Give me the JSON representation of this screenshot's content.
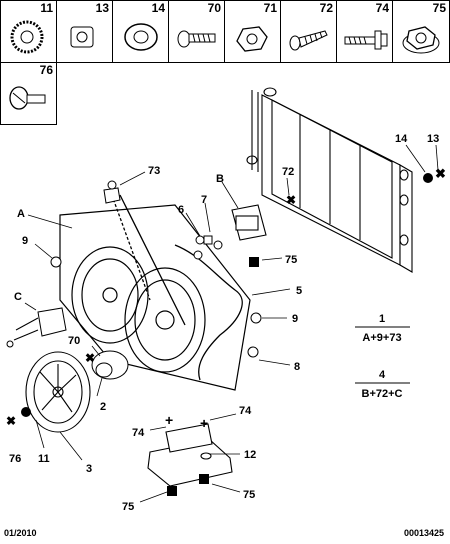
{
  "parts_grid": [
    {
      "num": "11",
      "icon": "serrated-washer-icon"
    },
    {
      "num": "13",
      "icon": "socket-screw-icon"
    },
    {
      "num": "14",
      "icon": "flat-washer-icon"
    },
    {
      "num": "70",
      "icon": "pan-head-screw-icon"
    },
    {
      "num": "71",
      "icon": "hex-nut-icon"
    },
    {
      "num": "72",
      "icon": "tapping-screw-icon"
    },
    {
      "num": "74",
      "icon": "collar-screw-icon"
    },
    {
      "num": "75",
      "icon": "flange-nut-icon"
    },
    {
      "num": "76",
      "icon": "countersunk-screw-icon"
    }
  ],
  "callouts": {
    "c73": "73",
    "c72": "72",
    "c14": "14",
    "c13": "13",
    "cB": "B",
    "cA": "A",
    "c6": "6",
    "c7": "7",
    "c9a": "9",
    "c75a": "75",
    "c5": "5",
    "cC": "C",
    "c70": "70",
    "c9b": "9",
    "c8": "8",
    "c2": "2",
    "c76": "76",
    "c11": "11",
    "c3": "3",
    "c74a": "74",
    "c74b": "74",
    "c12": "12",
    "c75b": "75",
    "c75c": "75"
  },
  "formulas": [
    {
      "num": "1",
      "text": "A+9+73"
    },
    {
      "num": "4",
      "text": "B+72+C"
    }
  ],
  "footer": {
    "date": "01/2010",
    "code": "00013425"
  }
}
